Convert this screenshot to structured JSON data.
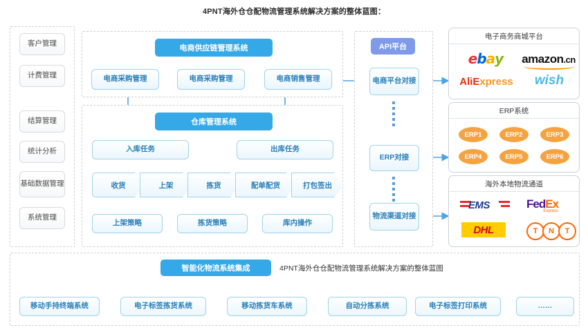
{
  "title": "4PNT海外仓仓配物流管理系统解决方案的整体蓝图：",
  "sidebar": {
    "items": [
      {
        "label": "客户管理"
      },
      {
        "label": "计费管理"
      },
      {
        "label": "结算管理"
      },
      {
        "label": "统计分析"
      },
      {
        "label": "基础数据管理"
      },
      {
        "label": "系统管理"
      }
    ]
  },
  "ecommerce_section": {
    "header": "电商供应链管理系统",
    "boxes": [
      {
        "label": "电商采购管理"
      },
      {
        "label": "电商采购管理"
      },
      {
        "label": "电商销售管理"
      }
    ]
  },
  "warehouse_section": {
    "header": "仓库管理系统",
    "tasks": [
      {
        "label": "入库任务"
      },
      {
        "label": "出库任务"
      }
    ],
    "flow": [
      {
        "label": "收货"
      },
      {
        "label": "上架"
      },
      {
        "label": "拣货"
      },
      {
        "label": "配单配货"
      },
      {
        "label": "打包签出"
      }
    ],
    "strategies": [
      {
        "label": "上架策略"
      },
      {
        "label": "拣货策略"
      },
      {
        "label": "库内操作"
      }
    ]
  },
  "api_section": {
    "header": "API平台",
    "boxes": [
      {
        "label": "电商平台对接"
      },
      {
        "label": "ERP对接"
      },
      {
        "label": "物流渠道对接"
      }
    ]
  },
  "right_panels": [
    {
      "title": "电子商务商城平台",
      "logos": [
        {
          "name": "ebay-logo",
          "text": "ebay"
        },
        {
          "name": "amazon-logo",
          "text": "amazon.cn"
        },
        {
          "name": "aliexpress-logo",
          "text": "AliExpress"
        },
        {
          "name": "wish-logo",
          "text": "wish"
        }
      ]
    },
    {
      "title": "ERP系统",
      "items": [
        {
          "label": "ERP1"
        },
        {
          "label": "ERP2"
        },
        {
          "label": "ERP3"
        },
        {
          "label": "ERP4"
        },
        {
          "label": "ERP5"
        },
        {
          "label": "ERP6"
        }
      ]
    },
    {
      "title": "海外本地物流通道",
      "logos": [
        {
          "name": "ems-logo",
          "text": "EMS"
        },
        {
          "name": "fedex-logo",
          "text": "FedEx"
        },
        {
          "name": "dhl-logo",
          "text": "DHL"
        },
        {
          "name": "tnt-logo",
          "text": "TNT"
        }
      ]
    }
  ],
  "bottom_section": {
    "header": "智能化物流系统集成",
    "caption": "4PNT海外仓仓配物流管理系统解决方案的整体蓝图",
    "items": [
      {
        "label": "移动手持终端系统"
      },
      {
        "label": "电子标签拣货系统"
      },
      {
        "label": "移动拣货车系统"
      },
      {
        "label": "自动分拣系统"
      },
      {
        "label": "电子标签打印系统"
      },
      {
        "label": "……"
      }
    ]
  },
  "colors": {
    "header_blue": "#35a8e8",
    "api_purple": "#7e9ae8",
    "box_border_blue": "#9ed2ef",
    "box_text_blue": "#2a7fb8",
    "erp_orange": "#f4a340",
    "arrow_blue": "#4ea3de",
    "dashed_gray": "#cfcfcf"
  }
}
